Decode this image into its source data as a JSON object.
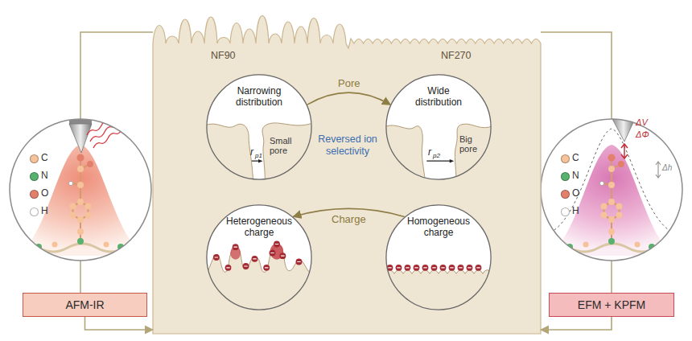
{
  "diagram": {
    "nodes": [
      {
        "text": [
          "AFM-IR"
        ]
      },
      {
        "text": [
          "NF90",
          "NF270"
        ]
      },
      {
        "text": [
          "Narrowing distribution"
        ],
        "in": 1
      },
      {
        "text": [
          "Wide distribution"
        ],
        "in": 1
      },
      {
        "text": [
          "Heterogeneous charge"
        ],
        "in": 1
      },
      {
        "text": [
          "Homogeneous charge"
        ],
        "in": 1
      },
      {
        "text": [
          "EFM + KPFM"
        ]
      }
    ],
    "edges": [
      {
        "from": 2,
        "to": 3,
        "label": "Pore",
        "arrow": "to"
      },
      {
        "from": 5,
        "to": 4,
        "label": "Charge",
        "arrow": "to"
      },
      {
        "from": 0,
        "to": 1,
        "arrow": "to"
      },
      {
        "from": 6,
        "to": 1,
        "arrow": "to"
      }
    ],
    "labels": [
      "Small pore",
      "r",
      "p1",
      "Big pore",
      "r",
      "p2",
      "Reversed ion selectivity",
      "ΔV",
      "ΔΦ",
      "Δh"
    ],
    "legend": [
      {
        "text": "C",
        "color": "#f5c29a"
      },
      {
        "text": "N",
        "color": "#58b26d"
      },
      {
        "text": "O",
        "color": "#e3806c"
      },
      {
        "text": "H",
        "color": "#ffffff"
      },
      {
        "text": "C",
        "color": "#f5c29a"
      },
      {
        "text": "N",
        "color": "#58b26d"
      },
      {
        "text": "O",
        "color": "#e3806c"
      },
      {
        "text": "H",
        "color": "#ffffff"
      }
    ]
  }
}
